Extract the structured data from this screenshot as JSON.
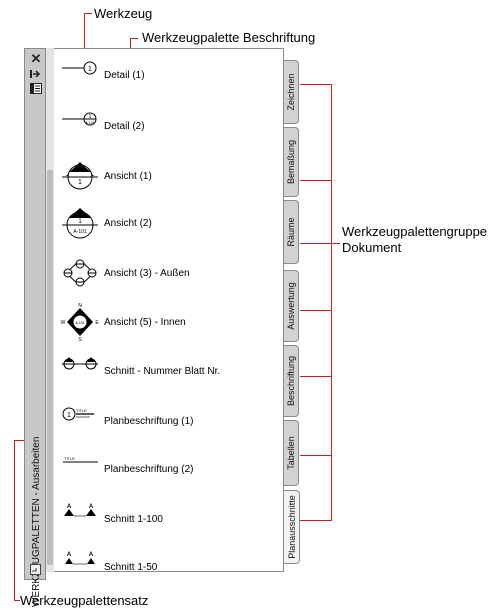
{
  "callouts": {
    "tool": "Werkzeug",
    "palette_label": "Werkzeugpalette Beschriftung",
    "group_line1": "Werkzeugpalettengruppe",
    "group_line2": "Dokument",
    "set": "Werkzeugpalettensatz"
  },
  "palette": {
    "title": "WERKZEUGPALETTEN - Ausarbeiten",
    "titlebar_icons": [
      "close-icon",
      "auto-hide-icon",
      "properties-icon"
    ],
    "tools": [
      {
        "label": "Detail (1)",
        "icon": "detail-marker-icon"
      },
      {
        "label": "Detail (2)",
        "icon": "detail-marker-sheet-icon"
      },
      {
        "label": "Ansicht (1)",
        "icon": "elevation-marker-icon"
      },
      {
        "label": "Ansicht (2)",
        "icon": "elevation-marker-sheet-icon"
      },
      {
        "label": "Ansicht (3) - Außen",
        "icon": "elevation-exterior-icon"
      },
      {
        "label": "Ansicht (5) - Innen",
        "icon": "elevation-interior-icon"
      },
      {
        "label": "Schnitt - Nummer Blatt Nr.",
        "icon": "section-number-icon"
      },
      {
        "label": "Planbeschriftung (1)",
        "icon": "title-mark-icon"
      },
      {
        "label": "Planbeschriftung (2)",
        "icon": "title-mark-line-icon"
      },
      {
        "label": "Schnitt 1-100",
        "icon": "section-mark-icon"
      },
      {
        "label": "Schnitt 1-50",
        "icon": "section-mark-small-icon"
      }
    ],
    "tabs": [
      "Zeichnen",
      "Bemaßung",
      "Räume",
      "Auswertung",
      "Beschriftung",
      "Tabellen",
      "Planausschnitte"
    ],
    "active_tab": "Planausschnitte"
  },
  "icon_glyphs": {
    "one": "1",
    "sheet": "A-101",
    "n": "N",
    "s": "S",
    "w": "W",
    "e": "E",
    "a": "A",
    "title": "TITLE"
  },
  "colors": {
    "callout_line": "#cc1e1e",
    "palette_bg": "#ffffff",
    "chrome": "#c8c8c8"
  }
}
